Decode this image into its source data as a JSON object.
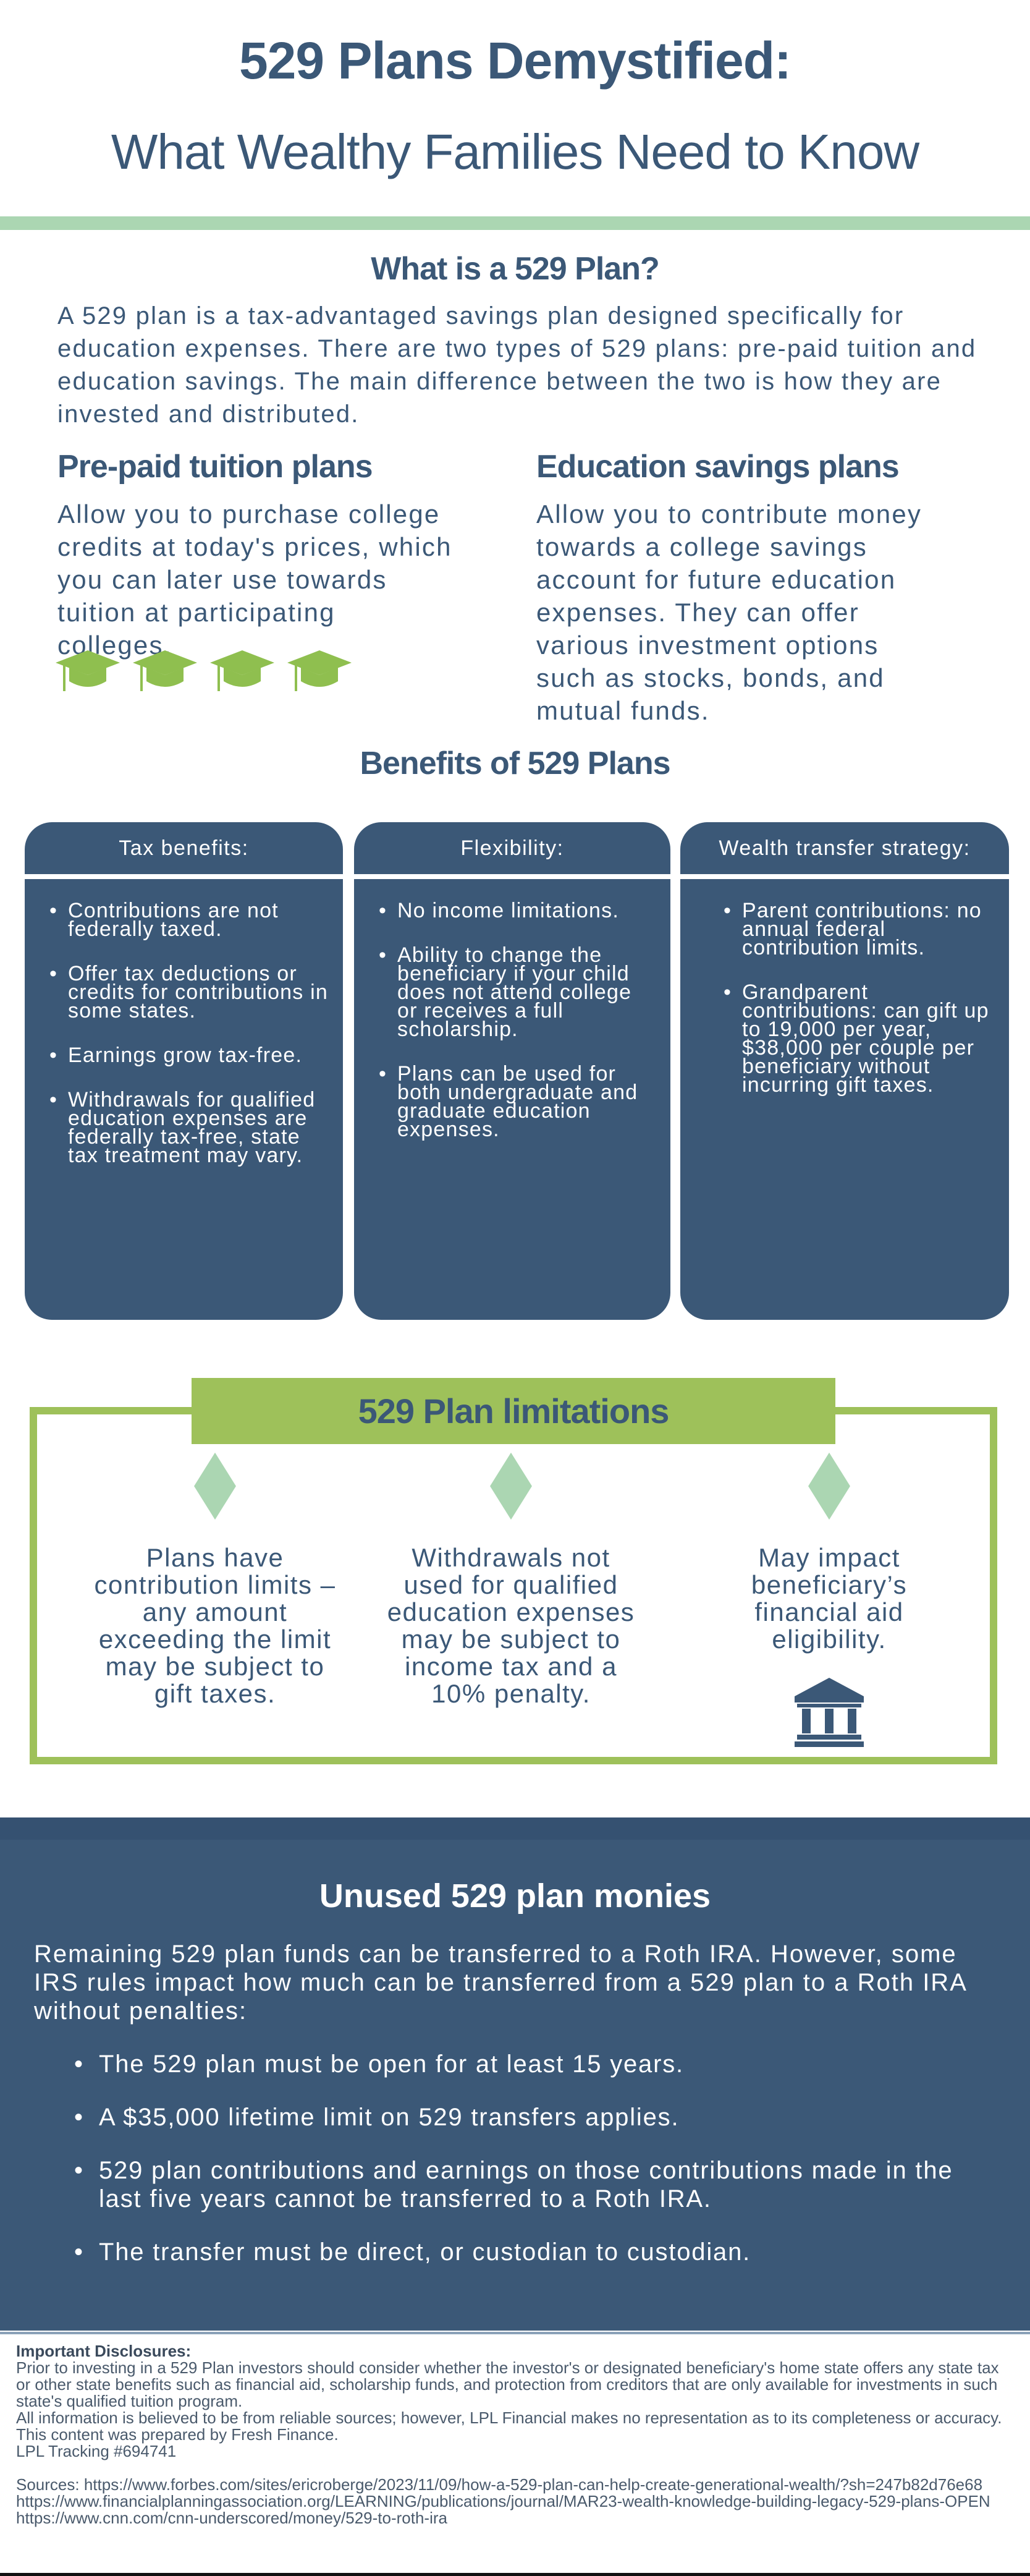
{
  "header": {
    "title": "529 Plans Demystified:",
    "subtitle": "What Wealthy Families Need to Know"
  },
  "intro": {
    "heading": "What is a 529 Plan?",
    "text": "A 529 plan is a tax-advantaged savings plan designed specifically for education expenses. There are two types of 529 plans: pre-paid tuition and education savings. The main difference between the two is how they are invested and distributed."
  },
  "types": [
    {
      "heading": "Pre-paid tuition plans",
      "text": "Allow you to purchase college credits at today's prices, which you can later use towards tuition at participating colleges."
    },
    {
      "heading": "Education savings plans",
      "text": "Allow you to contribute money towards a college savings account for future education expenses. They can offer various investment options such as stocks, bonds, and mutual funds."
    }
  ],
  "benefits": {
    "heading": "Benefits of 529 Plans",
    "cards": [
      {
        "title": "Tax benefits:",
        "items": [
          "Contributions are not federally taxed.",
          "Offer tax deductions or credits for contributions in some states.",
          "Earnings grow tax-free.",
          "Withdrawals for qualified education expenses are federally tax-free, state tax treatment may vary."
        ]
      },
      {
        "title": "Flexibility:",
        "items": [
          "No income limitations.",
          "Ability to change the beneficiary if your child does not attend college or receives a full scholarship.",
          "Plans can be used for both undergraduate and graduate education expenses."
        ]
      },
      {
        "title": "Wealth transfer strategy:",
        "items": [
          "Parent contributions: no annual federal contribution limits.",
          "Grandparent contributions: can gift up to 19,000 per year, $38,000 per couple per beneficiary without incurring gift taxes."
        ]
      }
    ]
  },
  "limitations": {
    "heading": "529 Plan limitations",
    "items": [
      "Plans have contribution limits – any amount exceeding the limit may be subject to gift taxes.",
      "Withdrawals not used for qualified education expenses may be subject to income tax and a 10% penalty.",
      "May impact beneficiary’s financial aid eligibility."
    ]
  },
  "unused": {
    "heading": "Unused 529 plan monies",
    "text": "Remaining 529 plan funds can be transferred to a Roth IRA. However, some IRS rules impact how much can be transferred from a 529 plan to a Roth IRA without penalties:",
    "items": [
      "The 529 plan must be open for at least 15 years.",
      "A $35,000 lifetime limit on 529 transfers applies.",
      "529 plan contributions and earnings on those contributions made in the last five years cannot be transferred to a Roth IRA.",
      "The transfer must be direct, or custodian to custodian."
    ]
  },
  "disclosures": {
    "heading": "Important Disclosures:",
    "lines": [
      "Prior to investing in a 529 Plan investors should consider whether the investor's or designated beneficiary's home state offers any state tax or other state benefits such as financial aid, scholarship funds, and protection from creditors that are only available for investments in such state's qualified tuition program.",
      "All information is believed to be from reliable sources; however, LPL Financial makes no representation as to its completeness or accuracy.",
      "This content was prepared by Fresh Finance.",
      "LPL Tracking #694741"
    ],
    "sources": [
      "Sources: https://www.forbes.com/sites/ericroberge/2023/11/09/how-a-529-plan-can-help-create-generational-wealth/?sh=247b82d76e68",
      "https://www.financialplanningassociation.org/LEARNING/publications/journal/MAR23-wealth-knowledge-building-legacy-529-plans-OPEN",
      "https://www.cnn.com/cnn-underscored/money/529-to-roth-ira"
    ]
  },
  "colors": {
    "navy": "#3b5877",
    "green": "#9ec15a",
    "mint": "#abd6b2"
  }
}
